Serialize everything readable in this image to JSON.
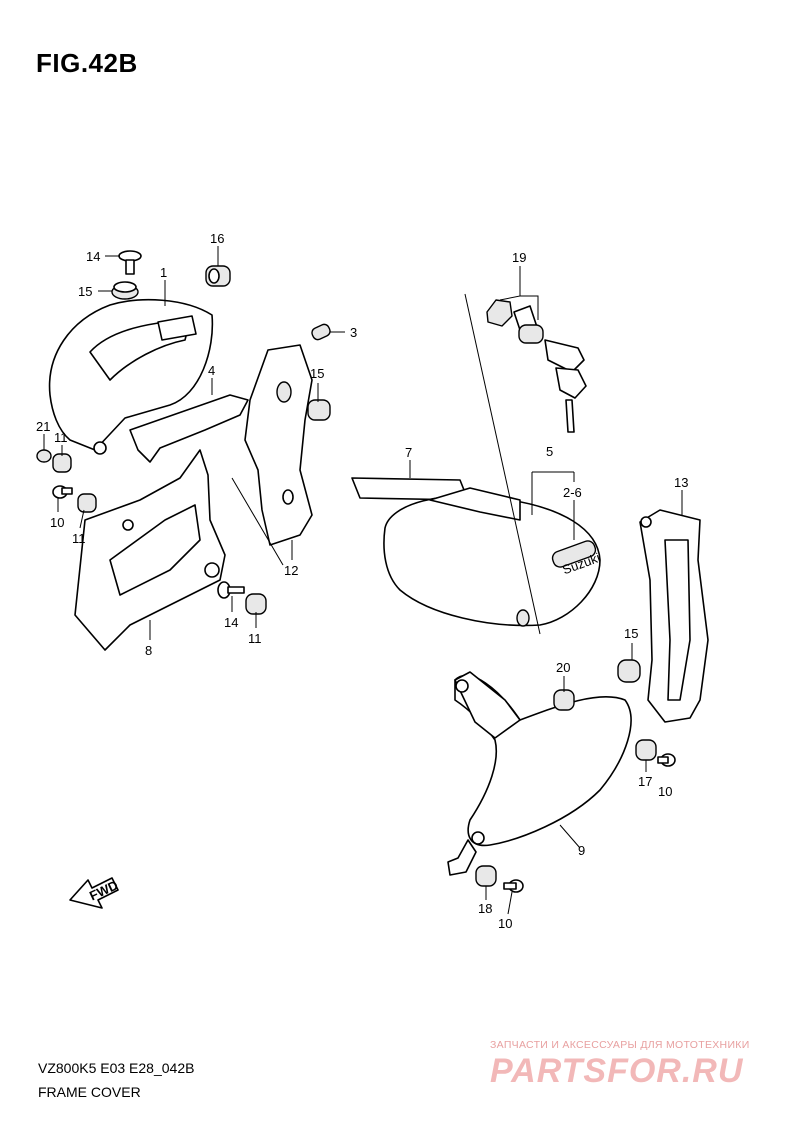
{
  "figure": {
    "title": "FIG.42B",
    "model": "VZ800K5 E03 E28_042B",
    "name": "FRAME COVER"
  },
  "watermark": {
    "line1": "ЗАПЧАСТИ И АКСЕССУАРЫ ДЛЯ МОТОТЕХНИКИ",
    "line2": "PARTSFOR.RU"
  },
  "direction_arrow": {
    "label": "FWD"
  },
  "badge_text": "Suzuki",
  "callouts": {
    "c1": "1",
    "c3": "3",
    "c4": "4",
    "c5": "5",
    "c26": "2-6",
    "c7": "7",
    "c8": "8",
    "c9": "9",
    "c10a": "10",
    "c10b": "10",
    "c10c": "10",
    "c11a": "11",
    "c11b": "11",
    "c11c": "11",
    "c12": "12",
    "c13": "13",
    "c14a": "14",
    "c14b": "14",
    "c15a": "15",
    "c15b": "15",
    "c15c": "15",
    "c16": "16",
    "c17": "17",
    "c18": "18",
    "c19": "19",
    "c20": "20",
    "c21": "21"
  },
  "colors": {
    "line": "#000000",
    "watermark": "#f2b8b8"
  }
}
